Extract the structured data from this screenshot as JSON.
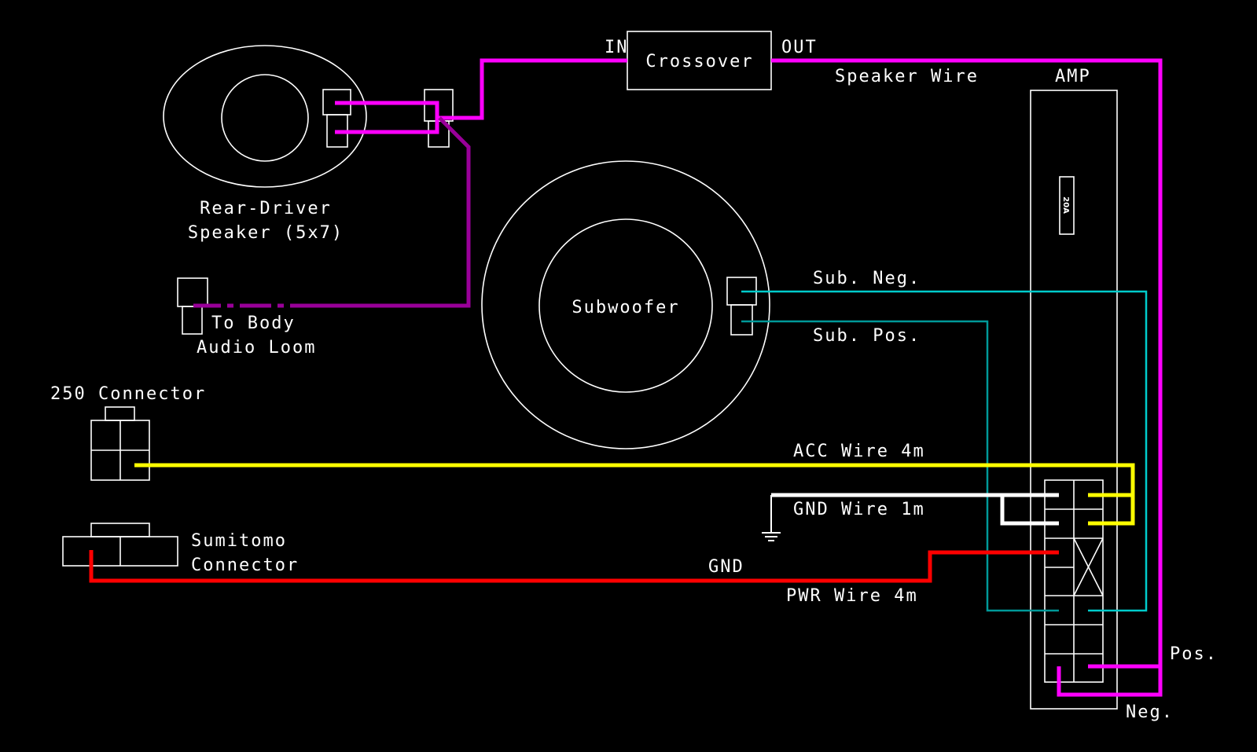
{
  "colors": {
    "background": "#000000",
    "outline": "#ffffff",
    "speaker_wire": "#ff00ff",
    "body_loom_wire": "#990099",
    "sub_wire": "#00cccc",
    "sub_pos_wire": "#009999",
    "acc_wire": "#ffff00",
    "gnd_wire": "#ffffff",
    "pwr_wire": "#ff0000"
  },
  "labels": {
    "crossover": "Crossover",
    "in": "IN",
    "out": "OUT",
    "speaker_wire": "Speaker Wire",
    "amp": "AMP",
    "fuse": "20A",
    "rear_driver_line1": "Rear-Driver",
    "rear_driver_line2": "Speaker (5x7)",
    "subwoofer": "Subwoofer",
    "sub_neg": "Sub. Neg.",
    "sub_pos": "Sub. Pos.",
    "body_loom_line1": "To Body",
    "body_loom_line2": "Audio Loom",
    "connector_250": "250 Connector",
    "acc_wire": "ACC Wire 4m",
    "gnd_wire": "GND Wire 1m",
    "sumitomo_line1": "Sumitomo",
    "sumitomo_line2": "Connector",
    "gnd": "GND",
    "pwr_wire": "PWR Wire 4m",
    "pos": "Pos.",
    "neg": "Neg."
  }
}
